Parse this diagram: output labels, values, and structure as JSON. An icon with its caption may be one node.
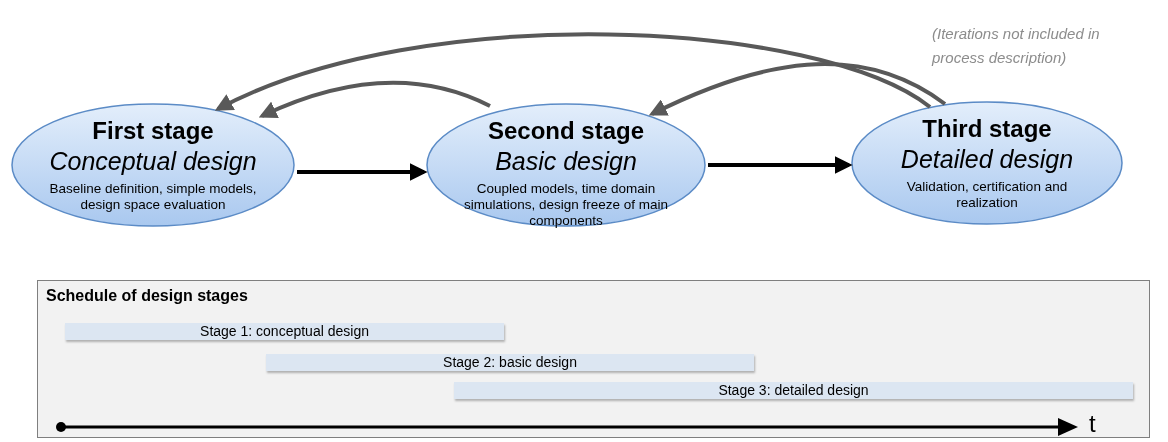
{
  "diagram": {
    "nodes": [
      {
        "text": [
          "First stage",
          "Conceptual design",
          "Baseline definition, simple models, design space evaluation"
        ]
      },
      {
        "text": [
          "Second stage",
          "Basic design",
          "Coupled models, time domain simulations, design freeze of main components"
        ]
      },
      {
        "text": [
          "Third stage",
          "Detailed design",
          "Validation, certification and realization"
        ]
      },
      {
        "text": [
          "Schedule of design stages"
        ]
      },
      {
        "text": [
          "Stage 1: conceptual design"
        ],
        "in": 3
      },
      {
        "text": [
          "Stage 2: basic design"
        ],
        "in": 3
      },
      {
        "text": [
          "Stage 3: detailed design"
        ],
        "in": 3
      }
    ],
    "edges": [
      {
        "from": 0,
        "to": 1,
        "arrow": "to"
      },
      {
        "from": 1,
        "to": 2,
        "arrow": "to"
      },
      {
        "from": 1,
        "to": 0,
        "arrow": "to",
        "color": "#595959"
      },
      {
        "from": 2,
        "to": 0,
        "arrow": "to",
        "color": "#595959"
      },
      {
        "from": 2,
        "to": 1,
        "arrow": "to",
        "color": "#595959"
      }
    ],
    "labels": [
      "(Iterations not included in process description)",
      "t"
    ]
  }
}
